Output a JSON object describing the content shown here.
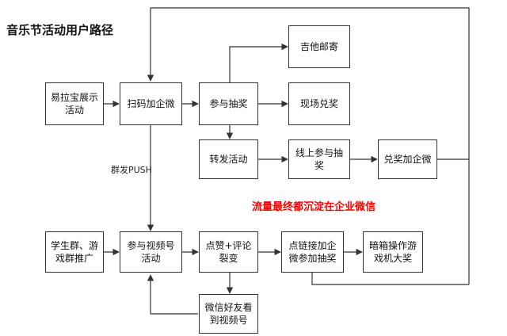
{
  "title": "音乐节活动用户路径",
  "note": "流量最终都沉淀在企业微信",
  "edge_label": "群发PUSH",
  "colors": {
    "box_border": "#333333",
    "line": "#333333",
    "note": "#ff0000",
    "background": "#ffffff"
  },
  "nodes": {
    "easy_expo": "易拉宝展示活动",
    "scan_wecom": "扫码加企微",
    "join_lottery": "参与抽奖",
    "guitar_mail": "吉他邮寄",
    "onsite_prize": "现场兑奖",
    "forward": "转发活动",
    "online_lottery": "线上参与抽奖",
    "prize_wecom": "兑奖加企微",
    "student_groups": "学生群、游戏群推广",
    "video_channel": "参与视频号活动",
    "like_comment": "点赞+评论裂变",
    "link_wecom": "点链接加企微参加抽奖",
    "mystery_box": "暗箱操作游戏机大奖",
    "friends_view": "微信好友看到视频号"
  }
}
